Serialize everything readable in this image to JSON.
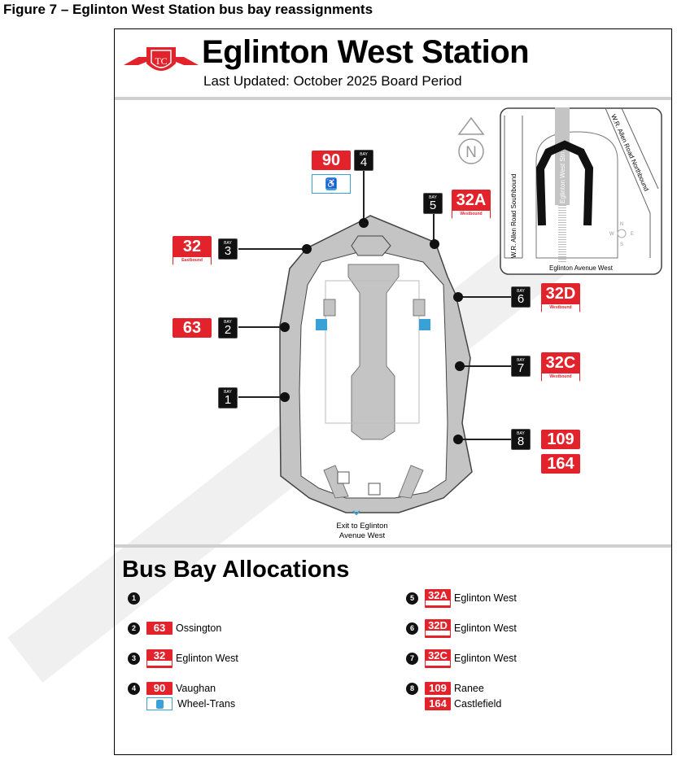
{
  "caption": "Figure 7 – Eglinton West Station bus bay reassignments",
  "header": {
    "title": "Eglinton West Station",
    "updated": "Last Updated: October 2025 Board Period",
    "logo_text": "TTC"
  },
  "map": {
    "north": "N",
    "bay_word": "BAY",
    "exit_label_1": "Exit to Eglinton",
    "exit_label_2": "Avenue West",
    "bays": [
      {
        "bay": "1"
      },
      {
        "bay": "2",
        "route": "63"
      },
      {
        "bay": "3",
        "route": "32",
        "direction": "Eastbound"
      },
      {
        "bay": "4",
        "route": "90",
        "extra": "wheel-trans"
      },
      {
        "bay": "5",
        "route": "32A",
        "direction": "Westbound"
      },
      {
        "bay": "6",
        "route": "32D",
        "direction": "Westbound"
      },
      {
        "bay": "7",
        "route": "32C",
        "direction": "Westbound"
      },
      {
        "bay": "8",
        "routes": [
          "109",
          "164"
        ]
      }
    ],
    "inset": {
      "street_sb": "W.R. Allen Road Southbound",
      "street_nb": "W.R. Allen Road Northbound",
      "station_street": "Eglinton West Stn",
      "avenue": "Eglinton Avenue West",
      "compass": [
        "N",
        "E",
        "S",
        "W"
      ]
    }
  },
  "allocations": {
    "title": "Bus Bay Allocations",
    "items": [
      {
        "bay": "1",
        "routes": []
      },
      {
        "bay": "2",
        "routes": [
          {
            "route": "63",
            "name": "Ossington"
          }
        ]
      },
      {
        "bay": "3",
        "routes": [
          {
            "route": "32",
            "name": "Eglinton West",
            "direction": "Eastbound"
          }
        ]
      },
      {
        "bay": "4",
        "routes": [
          {
            "route": "90",
            "name": "Vaughan"
          },
          {
            "route": "wheel-trans",
            "name": "Wheel-Trans"
          }
        ]
      },
      {
        "bay": "5",
        "routes": [
          {
            "route": "32A",
            "name": "Eglinton West",
            "direction": "Westbound"
          }
        ]
      },
      {
        "bay": "6",
        "routes": [
          {
            "route": "32D",
            "name": "Eglinton West",
            "direction": "Westbound"
          }
        ]
      },
      {
        "bay": "7",
        "routes": [
          {
            "route": "32C",
            "name": "Eglinton West",
            "direction": "Westbound"
          }
        ]
      },
      {
        "bay": "8",
        "routes": [
          {
            "route": "109",
            "name": "Ranee"
          },
          {
            "route": "164",
            "name": "Castlefield"
          }
        ]
      }
    ]
  },
  "colors": {
    "ttc_red": "#e3232c",
    "wheel_trans_blue": "#3aa0d8",
    "station_gray": "#c4c4c4"
  }
}
